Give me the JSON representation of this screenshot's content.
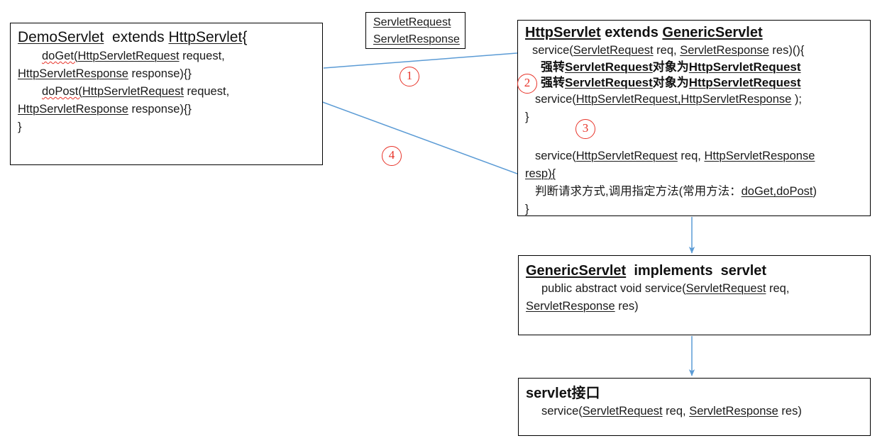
{
  "diagram": {
    "title": "Servlet inheritance and request dispatch flow",
    "accent_arrow_color": "#5b9bd5",
    "step_marker_color": "#e8342a",
    "box_border_color": "#000000",
    "text_color": "#1a1a1a"
  },
  "boxes": {
    "demo_servlet": {
      "name": "DemoServlet",
      "lines": [
        "DemoServlet  extends HttpServlet{",
        "doGet(HttpServletRequest request,",
        "HttpServletResponse response){}",
        "doPost(HttpServletRequest request,",
        "HttpServletResponse response){}",
        "}"
      ]
    },
    "servlet_types": {
      "name": "ServletRequest / ServletResponse",
      "lines": [
        "ServletRequest",
        "ServletResponse"
      ]
    },
    "http_servlet": {
      "name": "HttpServlet",
      "lines": [
        "HttpServlet extends GenericServlet",
        "service(ServletRequest req, ServletResponse res)(){",
        "强转ServletRequest对象为HttpServletRequest",
        "强转ServletRequest对象为HttpServletRequest",
        "service(HttpServletRequest,HttpServletResponse );",
        "}",
        "service(HttpServletRequest req, HttpServletResponse",
        "resp){",
        "判断请求方式,调用指定方法(常用方法： doGet,doPost)",
        "}"
      ],
      "title": "HttpServlet extends GenericServlet",
      "line_service_sig": "service(ServletRequest req, ServletResponse res)(){",
      "line_cast_1_prefix": "强转",
      "line_cast_1_mid": "ServletRequest",
      "line_cast_1_join": "对象为",
      "line_cast_1_suffix": "HttpServletRequest",
      "line_inner_call": "service(HttpServletRequest,HttpServletResponse );",
      "line_close_1": "}",
      "line_service_http_a": "service(HttpServletRequest req, HttpServletResponse",
      "line_service_http_b": "resp){",
      "line_comment_cn": "判断请求方式,调用指定方法(常用方法： doGet,doPost)",
      "line_close_2": "}"
    },
    "generic_servlet": {
      "name": "GenericServlet",
      "title": "GenericServlet  implements  servlet",
      "line_a": "public abstract void service(ServletRequest req,",
      "line_b": "ServletResponse res)"
    },
    "servlet_interface": {
      "name": "servlet interface",
      "title": "servlet接口",
      "line_a": "service(ServletRequest req, ServletResponse res)"
    }
  },
  "steps": [
    {
      "id": "1",
      "label": "①",
      "glyph": "①",
      "digit": "1"
    },
    {
      "id": "2",
      "label": "②",
      "glyph": "②",
      "digit": "2"
    },
    {
      "id": "3",
      "label": "③",
      "glyph": "③",
      "digit": "3"
    },
    {
      "id": "4",
      "label": "④",
      "glyph": "④",
      "digit": "4"
    }
  ],
  "step_digits": {
    "one": "1",
    "two": "2",
    "three": "3",
    "four": "4"
  },
  "fragments": {
    "demo_title_a": "DemoServlet",
    "demo_title_b": "  extends ",
    "demo_title_c": "HttpServlet",
    "demo_title_d": "{",
    "do_get": "doGet(",
    "http_servlet_request": "HttpServletRequest",
    "request_arg": " request,",
    "http_servlet_response": "HttpServletResponse",
    "response_arg": " response){}",
    "do_post": "doPost(",
    "close_brace": "}",
    "servlet_request": "ServletRequest",
    "servlet_response": "ServletResponse",
    "http_title_a": "HttpServlet",
    "http_title_b": " extends ",
    "http_title_c": "GenericServlet",
    "service_open": "service(",
    "req_comma": " req, ",
    "res_close": " res)(){",
    "cast_cn_1": "强转",
    "cast_cn_2": "对象为",
    "service_inner_open": "service(",
    "service_inner_args": "HttpServletRequest,HttpServletResponse",
    "service_inner_close": " );",
    "resp_close": "resp){",
    "cn_comment_a": "判断请求方式,调用指定方法(常用方法：",
    "cn_comment_b": "doGet,doPost",
    "cn_comment_c": ")",
    "gen_title_a": "GenericServlet",
    "gen_title_b": "  implements  servlet",
    "public_abstract": "public abstract void service(",
    "req_comma_plain": " req,",
    "res_close_plain": " res)",
    "svl_title_a": "servlet",
    "svl_title_b": "接口",
    "svl_service_open": "service(",
    "svl_req": " req, ",
    "svl_res": " res)"
  }
}
